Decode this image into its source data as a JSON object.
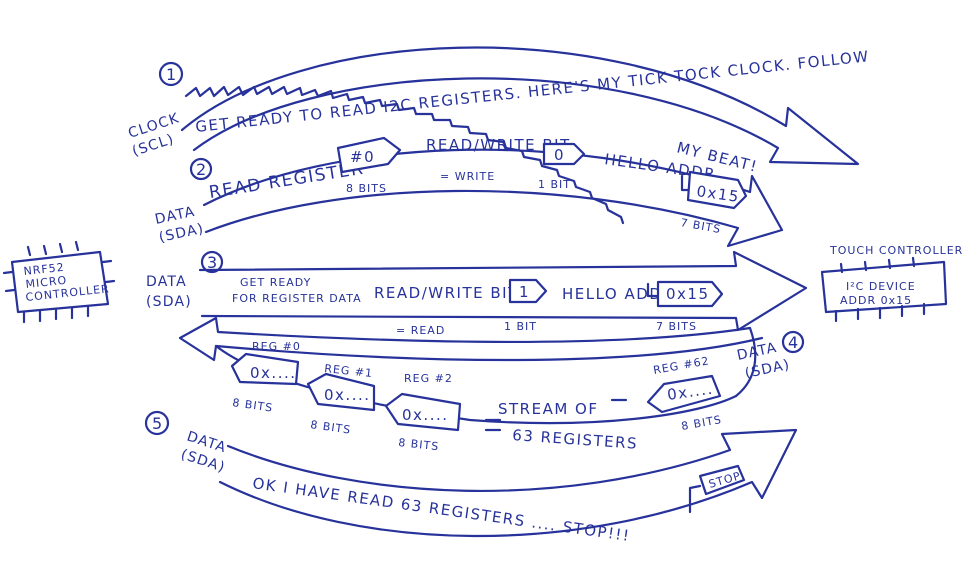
{
  "devices": {
    "left": {
      "lines": [
        "NRF52",
        "MICRO",
        "CONTROLLER"
      ]
    },
    "right": {
      "title": "TOUCH CONTROLLER",
      "lines": [
        "I²C DEVICE",
        "ADDR 0x15"
      ]
    }
  },
  "steps": [
    {
      "num": "1",
      "side_label": [
        "CLOCK",
        "(SCL)"
      ],
      "text": "GET READY TO READ I2C REGISTERS. HERE'S MY TICK TOCK CLOCK. FOLLOW",
      "text2": "MY BEAT!"
    },
    {
      "num": "2",
      "side_label": [
        "DATA",
        "(SDA)"
      ],
      "read_register": "READ REGISTER",
      "reg_value": "#0",
      "reg_bits": "8 BITS",
      "rw_label": "READ/WRITE BIT",
      "rw_value": "0",
      "rw_note": "= WRITE",
      "rw_bits": "1 BIT",
      "addr_label": "HELLO ADDR",
      "addr_value": "0x15",
      "addr_bits": "7 BITS"
    },
    {
      "num": "3",
      "side_label": [
        "DATA",
        "(SDA)"
      ],
      "text": [
        "GET READY",
        "FOR REGISTER DATA"
      ],
      "rw_label": "READ/WRITE BIT",
      "rw_value": "1",
      "rw_note": "= READ",
      "rw_bits": "1 BIT",
      "addr_label": "HELLO ADDR",
      "addr_value": "0x15",
      "addr_bits": "7 BITS"
    },
    {
      "num": "4",
      "side_label": [
        "DATA",
        "(SDA)"
      ],
      "registers": [
        {
          "name": "REG #0",
          "value": "0x....",
          "bits": "8 BITS"
        },
        {
          "name": "REG #1",
          "value": "0x....",
          "bits": "8 BITS"
        },
        {
          "name": "REG #2",
          "value": "0x....",
          "bits": "8 BITS"
        },
        {
          "name": "REG #62",
          "value": "0x....",
          "bits": "8 BITS"
        }
      ],
      "stream_text": [
        "STREAM OF",
        "63 REGISTERS"
      ]
    },
    {
      "num": "5",
      "side_label": [
        "DATA",
        "(SDA)"
      ],
      "text": "OK I HAVE READ 63 REGISTERS .... STOP!!!",
      "stop": "STOP"
    }
  ]
}
